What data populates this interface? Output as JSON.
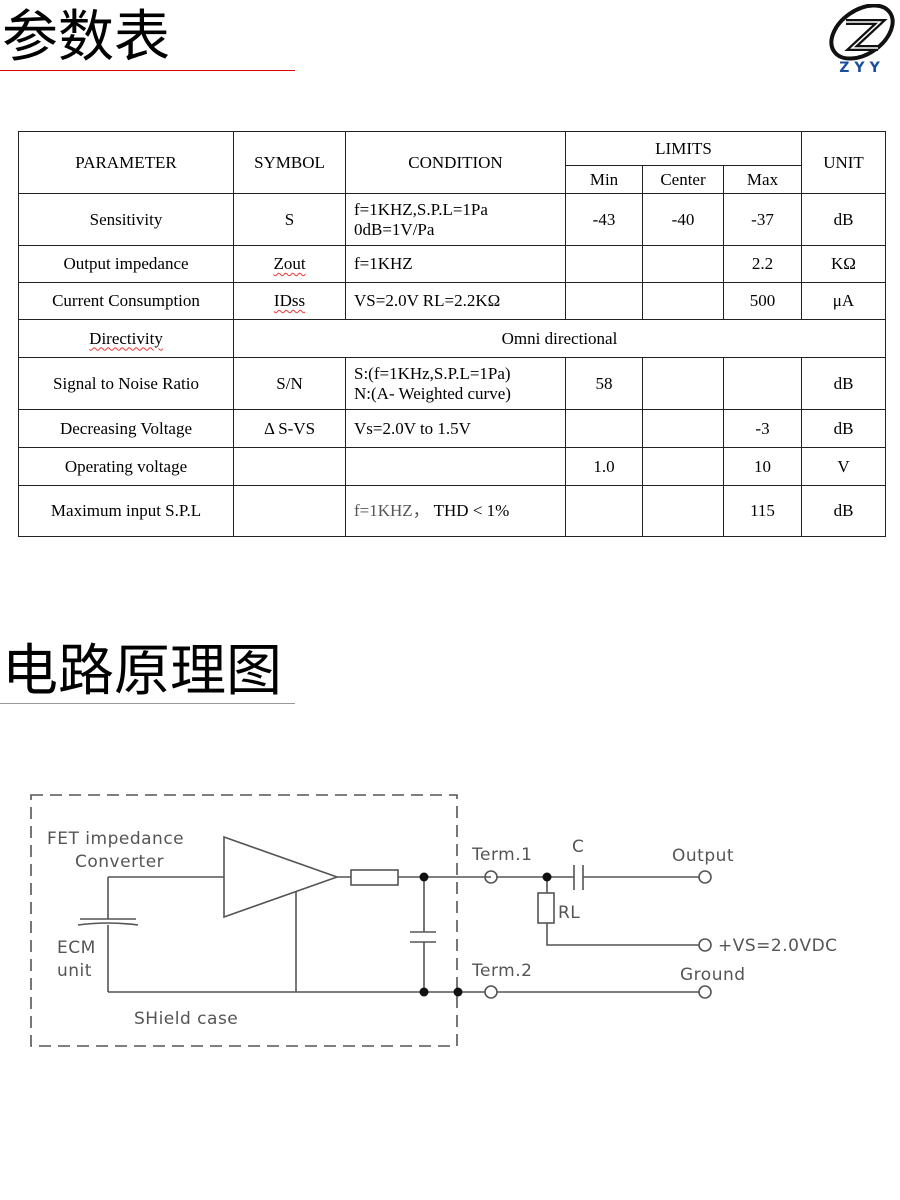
{
  "section1_title": "参数表",
  "section2_title": "电路原理图",
  "logo": {
    "text": "ZYY",
    "color": "#1a4fa0"
  },
  "accent_line_color": "#e00000",
  "table": {
    "headers": {
      "parameter": "PARAMETER",
      "symbol": "SYMBOL",
      "condition": "CONDITION",
      "limits": "LIMITS",
      "unit": "UNIT",
      "min": "Min",
      "center": "Center",
      "max": "Max"
    },
    "rows": [
      {
        "parameter": "Sensitivity",
        "symbol": "S",
        "condition": [
          "f=1KHZ,S.P.L=1Pa",
          "0dB=1V/Pa"
        ],
        "min": "-43",
        "center": "-40",
        "max": "-37",
        "unit": "dB"
      },
      {
        "parameter": "Output  impedance",
        "symbol": "Zout",
        "condition": [
          "f=1KHZ"
        ],
        "min": "",
        "center": "",
        "max": "2.2",
        "unit": "KΩ"
      },
      {
        "parameter": "Current  Consumption",
        "symbol": "IDss",
        "condition": [
          "VS=2.0V RL=2.2KΩ"
        ],
        "min": "",
        "center": "",
        "max": "500",
        "unit": "μA"
      },
      {
        "parameter": "Directivity",
        "value": "Omni  directional"
      },
      {
        "parameter": "Signal to Noise Ratio",
        "symbol": "S/N",
        "condition": [
          "S:(f=1KHz,S.P.L=1Pa)",
          "N:(A- Weighted curve)"
        ],
        "min": "58",
        "center": "",
        "max": "",
        "unit": "dB"
      },
      {
        "parameter": "Decreasing Voltage",
        "symbol": "Δ S-VS",
        "condition": [
          "Vs=2.0V to 1.5V"
        ],
        "min": "",
        "center": "",
        "max": "-3",
        "unit": "dB"
      },
      {
        "parameter": "Operating  voltage",
        "symbol": "",
        "condition": [
          ""
        ],
        "min": "1.0",
        "center": "",
        "max": "10",
        "unit": "V"
      },
      {
        "parameter": "Maximum input S.P.L",
        "symbol": "",
        "condition": [
          "f=1KHZ，",
          "THD < 1%"
        ],
        "min": "",
        "center": "",
        "max": "115",
        "unit": "dB"
      }
    ]
  },
  "circuit": {
    "fet_label_1": "FET impedance",
    "fet_label_2": "Converter",
    "ecm_label_1": "ECM",
    "ecm_label_2": "unit",
    "shield_label": "SHield case",
    "term1": "Term.1",
    "term2": "Term.2",
    "cap_label": "C",
    "rl_label": "RL",
    "output_label": "Output",
    "vs_label": "+VS=2.0VDC",
    "ground_label": "Ground"
  }
}
